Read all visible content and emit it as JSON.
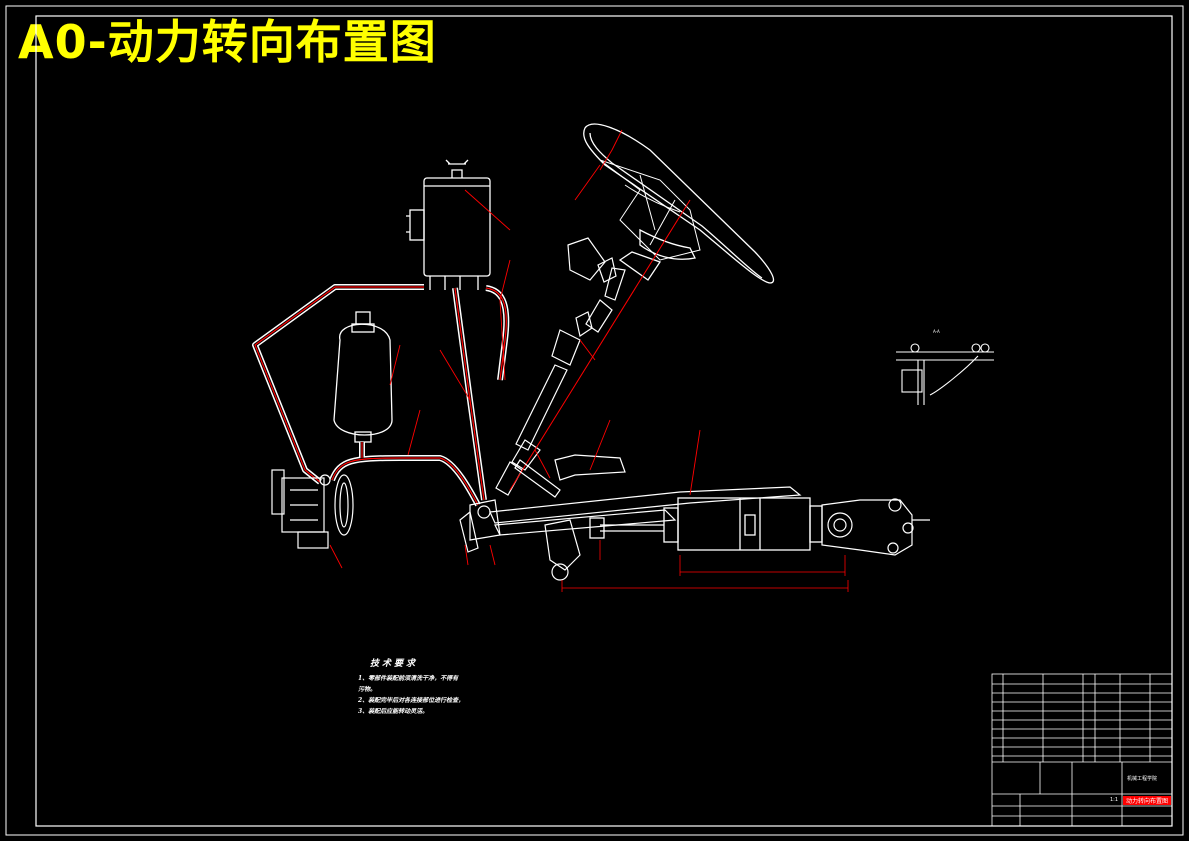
{
  "title": "A0-动力转向布置图",
  "colors": {
    "background": "#000000",
    "title": "#ffff00",
    "frame": "#ffffff",
    "pipe": "#ff0000",
    "leader": "#ff0000"
  },
  "tech_requirements": {
    "heading": "技术要求",
    "items": [
      "1、零部件装配前须清洗干净，不得有",
      "污物。",
      "2、装配完毕后对各连接部位进行检查，",
      "3、装配后应能转动灵活。"
    ]
  },
  "detail_view_label": "A-A",
  "title_block": {
    "drawing_name": "动力转向布置图",
    "school": "机械工程学院",
    "scale": "1:1"
  }
}
